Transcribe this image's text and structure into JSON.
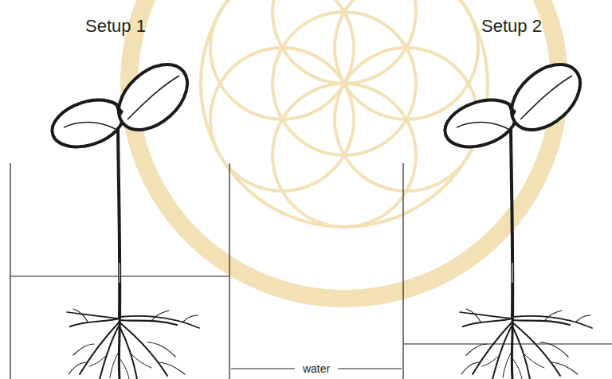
{
  "diagram": {
    "labels": [
      "Setup 1",
      "Setup 2",
      "water"
    ]
  }
}
